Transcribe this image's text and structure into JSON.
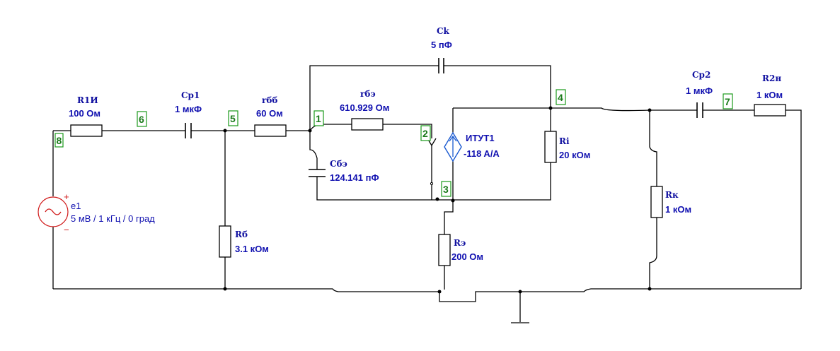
{
  "components": {
    "r1i": {
      "name": "R1И",
      "value": "100 Ом"
    },
    "cp1": {
      "name": "Cp1",
      "value": "1 мкФ"
    },
    "rbb": {
      "name": "rбб",
      "value": "60 Ом"
    },
    "rbe": {
      "name": "rбэ",
      "value": "610.929 Ом"
    },
    "ck": {
      "name": "Ck",
      "value": "5 пФ"
    },
    "cbe": {
      "name": "Cбэ",
      "value": "124.141 пФ"
    },
    "itut": {
      "name": "ИТУТ1",
      "value": "-118 A/A"
    },
    "ri": {
      "name": "Ri",
      "value": "20 кОм"
    },
    "cp2": {
      "name": "Cp2",
      "value": "1 мкФ"
    },
    "r2n": {
      "name": "R2н",
      "value": "1 кОм"
    },
    "rk": {
      "name": "Rк",
      "value": "1 кОм"
    },
    "rb": {
      "name": "Rб",
      "value": "3.1 кОм"
    },
    "re": {
      "name": "Rэ",
      "value": "200 Ом"
    },
    "e1": {
      "name": "e1",
      "value": "5 мВ / 1 кГц / 0 град",
      "plus": "+",
      "minus": "−"
    }
  },
  "nodes": {
    "n1": "1",
    "n2": "2",
    "n3": "3",
    "n4": "4",
    "n5": "5",
    "n6": "6",
    "n7": "7",
    "n8": "8"
  }
}
